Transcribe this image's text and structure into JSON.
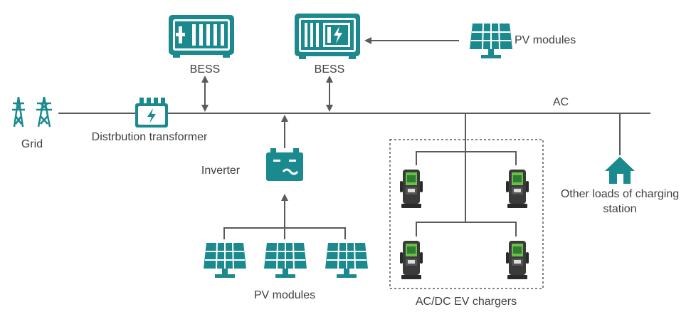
{
  "labels": {
    "grid": "Grid",
    "transformer": "Distrbution transformer",
    "bess_left": "BESS",
    "bess_right": "BESS",
    "pv_top": "PV modules",
    "ac": "AC",
    "inverter": "Inverter",
    "pv_bottom": "PV modules",
    "chargers": "AC/DC EV chargers",
    "other_loads_line1": "Other loads of charging",
    "other_loads_line2": "station"
  },
  "colors": {
    "accent": "#1b8a8f",
    "line": "#5a5a5a",
    "charger_body": "#3a3a3a",
    "charger_screen": "#6abf45",
    "text": "#404040"
  },
  "icons": [
    "transmission-tower-icon",
    "transformer-icon",
    "battery-container-icon",
    "solar-panel-icon",
    "inverter-icon",
    "ev-charger-icon",
    "house-icon"
  ]
}
